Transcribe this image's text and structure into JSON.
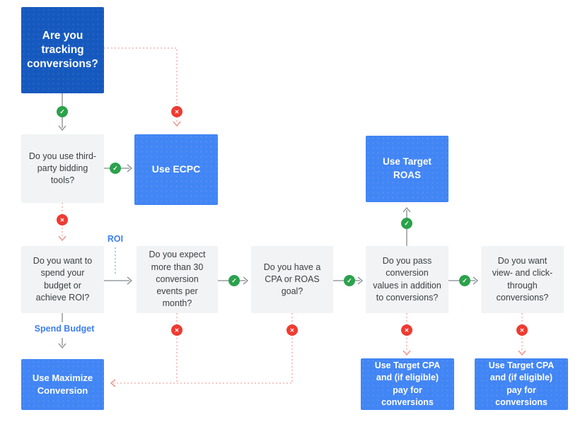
{
  "diagram": {
    "type": "flowchart",
    "topic": "Conversion tracking bidding strategy decision tree"
  },
  "palette": {
    "start_box": "#1659BE",
    "result_box": "#4285F4",
    "question_box": "#F1F3F4",
    "question_text": "#3C4043",
    "yes_badge": "#2BA24C",
    "no_badge": "#EE3B32",
    "no_path_line": "#F5A6A0",
    "yes_path_line": "#85898E",
    "edge_label_blue": "#3E7FEE",
    "roi_dotted_line": "#7BAAF7"
  },
  "nodes": {
    "start": {
      "label": "Are you tracking conversions?"
    },
    "third_party": {
      "label": "Do you use third-party bidding tools?"
    },
    "use_ecpc": {
      "label": "Use ECPC"
    },
    "spend_or_roi": {
      "label": "Do you want to spend your budget or achieve ROI?"
    },
    "events_30": {
      "label": "Do you expect more than 30 conversion events per month?"
    },
    "cpa_roas_goal": {
      "label": "Do you have a CPA or ROAS goal?"
    },
    "pass_values": {
      "label": "Do you pass conversion values in addition to conversions?"
    },
    "view_click": {
      "label": "Do you want view- and click-through conversions?"
    },
    "use_target_roas": {
      "label": "Use Target ROAS"
    },
    "use_max_conversion": {
      "label": "Use Maximize Conversion"
    },
    "use_target_cpa_left": {
      "label": "Use Target CPA and (if eligible) pay for conversions"
    },
    "use_target_cpa_right": {
      "label": "Use Target CPA and (if eligible) pay for conversions"
    }
  },
  "edge_labels": {
    "roi": "ROI",
    "spend_budget": "Spend Budget"
  },
  "icons": {
    "yes": {
      "name": "check-circle-icon",
      "glyph": "✓"
    },
    "no": {
      "name": "x-circle-icon",
      "glyph": "✕"
    }
  }
}
